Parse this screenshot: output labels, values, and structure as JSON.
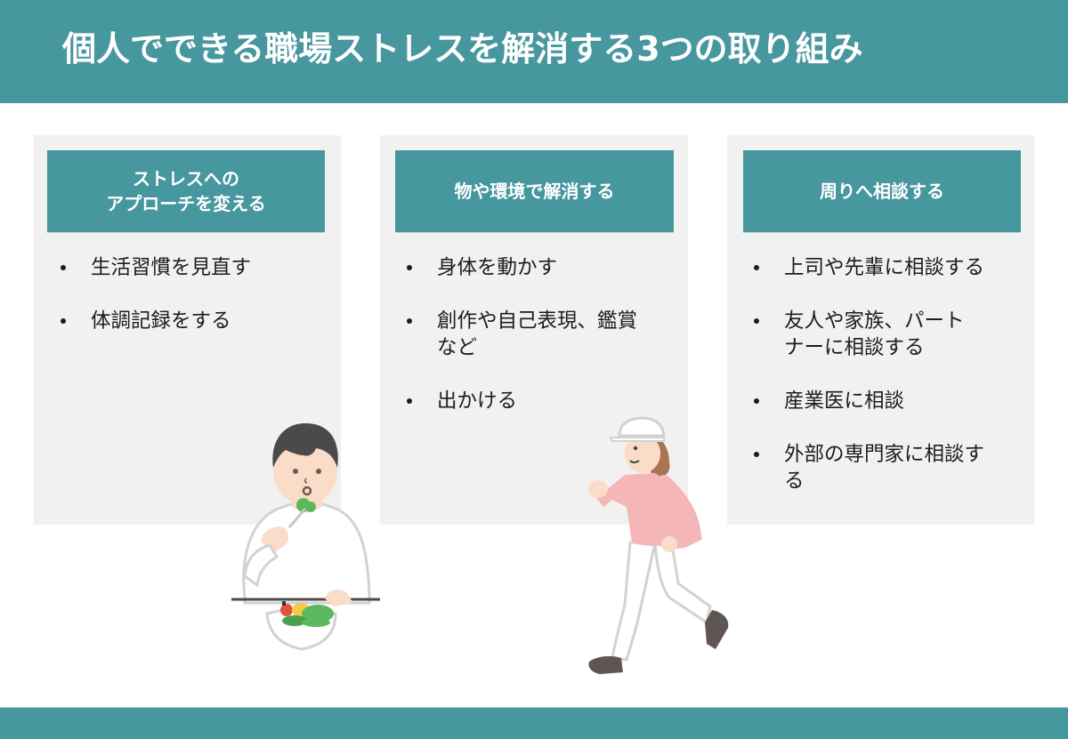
{
  "header": {
    "title": "個人でできる職場ストレスを解消する3つの取り組み"
  },
  "colors": {
    "accent": "#47979f",
    "panel_bg": "#f1f1f1",
    "text": "#1c1c1c"
  },
  "panels": [
    {
      "title": "ストレスへの\nアプローチを変える",
      "items": [
        "生活習慣を見直す",
        "体調記録をする"
      ]
    },
    {
      "title": "物や環境で解消する",
      "items": [
        "身体を動かす",
        "創作や自己表現、鑑賞\nなど",
        "出かける"
      ]
    },
    {
      "title": "周りへ相談する",
      "items": [
        "上司や先輩に相談する",
        "友人や家族、パート\nナーに相談する",
        "産業医に相談",
        "外部の専門家に相談す\nる"
      ]
    }
  ],
  "illustrations": [
    {
      "name": "man-eating-salad-illustration"
    },
    {
      "name": "woman-jogging-illustration"
    }
  ]
}
